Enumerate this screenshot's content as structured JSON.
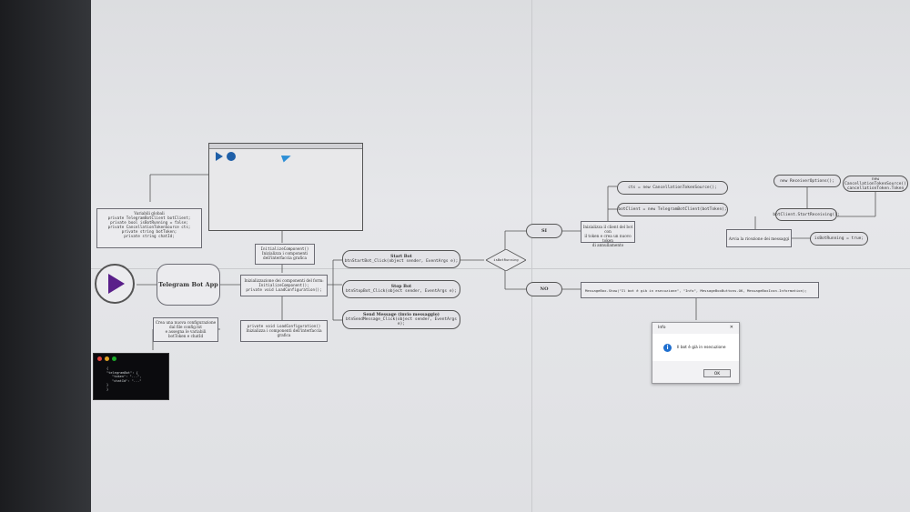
{
  "app_window": {
    "title": "",
    "play_icon": "play-icon",
    "stop_icon": "stop-icon",
    "telegram_icon": "telegram-icon"
  },
  "globals": {
    "lines": [
      "Variabili globali",
      "private TelegramBotClient botClient;",
      "private bool isBotRunning = false;",
      "private CancellationTokenSource cts;",
      "private string botToken;",
      "private string chatId;"
    ]
  },
  "main_node": "Telegram Bot App",
  "init_node": [
    "Inizializzazione dei componenti del form:",
    "InitializeComponent();",
    "private void LoadConfiguration();"
  ],
  "init_components": [
    "InitializeComponent()",
    "Inizializza i componenti",
    "dell'interfaccia grafica"
  ],
  "load_config": [
    "private void LoadConfiguration()",
    "Inizializza i componenti dell'interfaccia",
    "grafica"
  ],
  "config_note": [
    "Crea una nuova configurazione",
    "dal file config.txt",
    "e assegna le variabili",
    "botToken e chatId"
  ],
  "start_bot": {
    "title": "Start Bot",
    "code": "btnStartBot_Click(object sender, EventArgs e);"
  },
  "stop_bot": {
    "title": "Stop Bot",
    "code": "btnStopBot_Click(object sender, EventArgs e);"
  },
  "send_msg": {
    "title": "Send Message (invio messaggio)",
    "code": "btnSendMessage_Click(object sender, EventArgs e);"
  },
  "decision": "isBotRunning",
  "yes_label": "SI",
  "no_label": "NO",
  "init_client": [
    "Inizializza il client del bot con",
    "il token e crea un nuovo token",
    "di annullamento"
  ],
  "cts_node": "cts = new CancellationTokenSource();",
  "botclient_node": "botClient = new TelegramBotClient(botToken);",
  "receiver_options": "new ReceiverOptions();",
  "cancel_token": [
    "new CancellationTokenSource()",
    "cancellationToken.Token"
  ],
  "start_receiving": "botClient.StartReceiving();",
  "start_rx_note": "Avvia la ricezione dei messaggi",
  "running_true": "isBotRunning = true;",
  "msgbox_code": "MessageBox.Show(\"Il bot è già in esecuzione\", \"Info\", MessageBoxButtons.OK, MessageBoxIcon.Information);",
  "dialog": {
    "title": "Info",
    "message": "Il bot è già in esecuzione",
    "ok": "OK",
    "close": "✕"
  },
  "terminal": {
    "lines": [
      "{",
      "\"telegramBot\": {",
      "\"token\": \"...\",",
      "\"chatId\": \"...\"",
      "}",
      "}"
    ]
  }
}
